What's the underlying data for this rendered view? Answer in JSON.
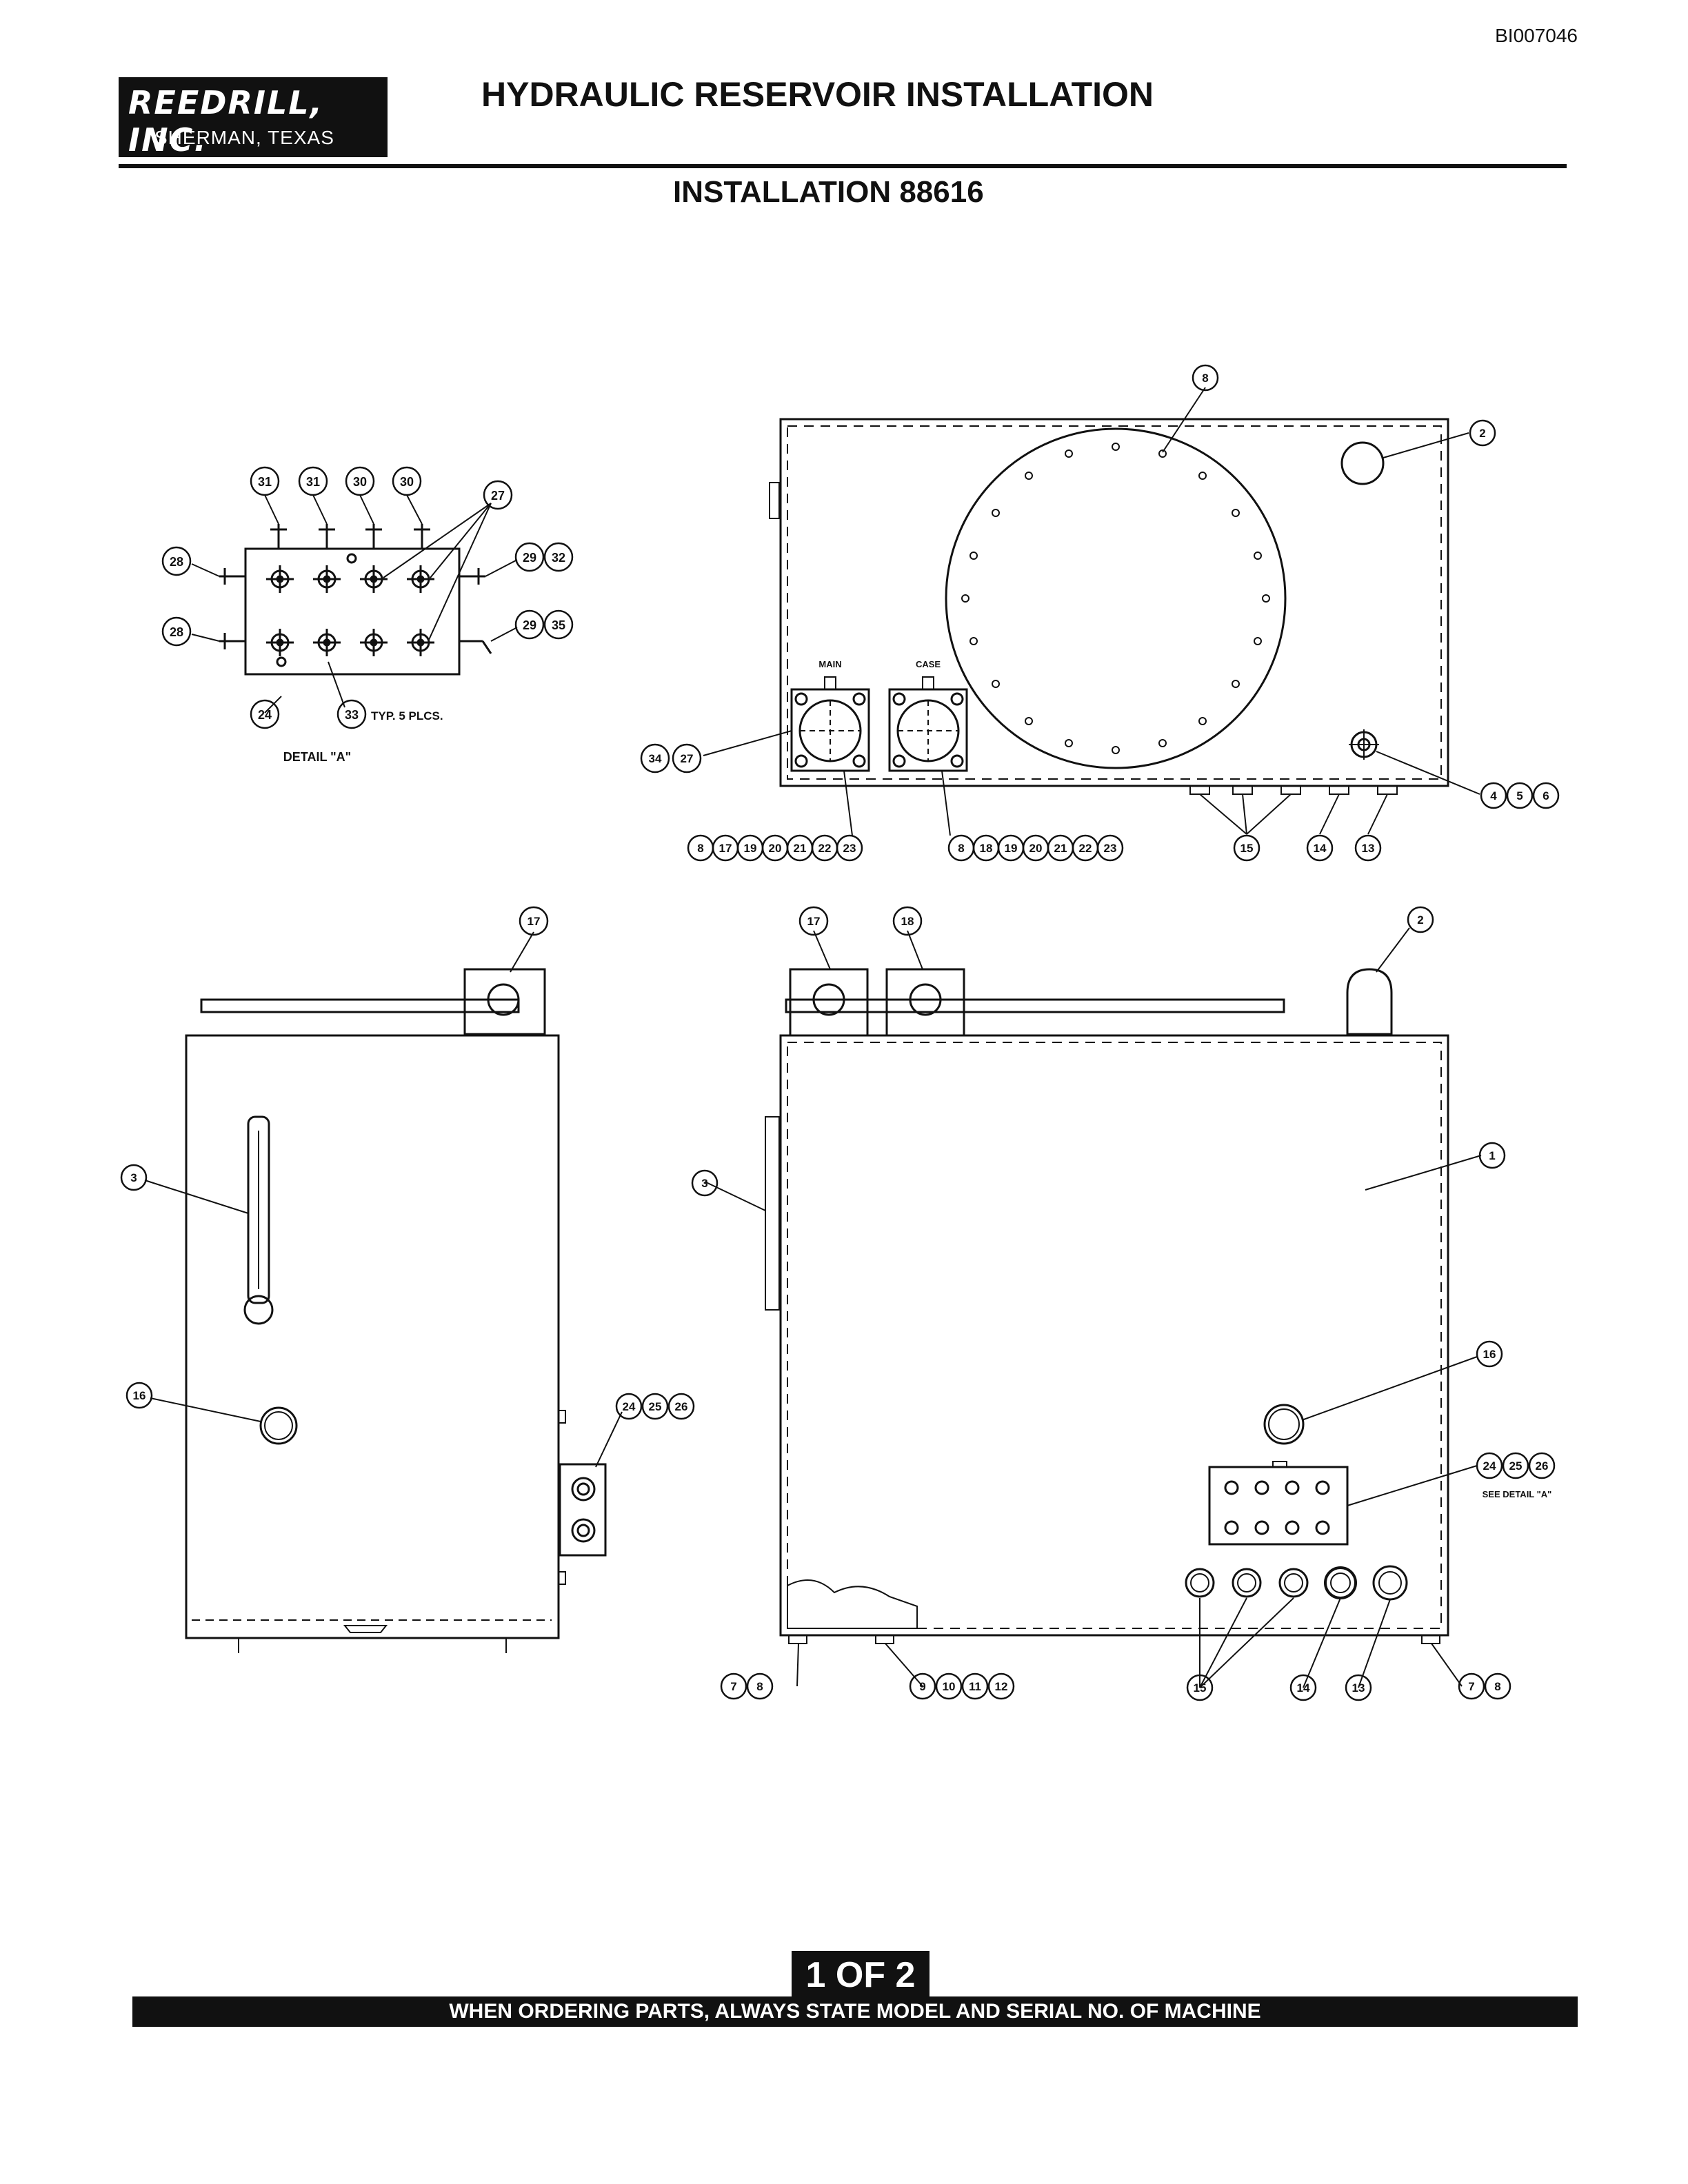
{
  "document_id": "BI007046",
  "company": {
    "name": "REEDRILL, INC.",
    "location": "SHERMAN, TEXAS"
  },
  "title": "HYDRAULIC RESERVOIR INSTALLATION",
  "subtitle": "INSTALLATION 88616",
  "detail_a": {
    "caption": "DETAIL \"A\"",
    "note": "TYP. 5 PLCS.",
    "callouts": [
      "31",
      "31",
      "30",
      "30",
      "27",
      "28",
      "28",
      "29",
      "32",
      "29",
      "35",
      "24",
      "33"
    ]
  },
  "top_view": {
    "labels": [
      "MAIN",
      "CASE"
    ],
    "callouts": [
      "8",
      "2",
      "34",
      "27",
      "4",
      "5",
      "6",
      "8",
      "17",
      "19",
      "20",
      "21",
      "22",
      "23",
      "8",
      "18",
      "19",
      "20",
      "21",
      "22",
      "23",
      "15",
      "14",
      "13"
    ]
  },
  "side_view": {
    "callouts": [
      "17",
      "3",
      "16",
      "24",
      "25",
      "26"
    ]
  },
  "front_view": {
    "note": "SEE DETAIL \"A\"",
    "callouts": [
      "17",
      "18",
      "2",
      "1",
      "3",
      "16",
      "24",
      "25",
      "26",
      "7",
      "8",
      "9",
      "10",
      "11",
      "12",
      "15",
      "14",
      "13",
      "7",
      "8"
    ]
  },
  "page_marker": "1 OF 2",
  "footer": "WHEN ORDERING PARTS, ALWAYS STATE MODEL AND SERIAL NO. OF MACHINE"
}
